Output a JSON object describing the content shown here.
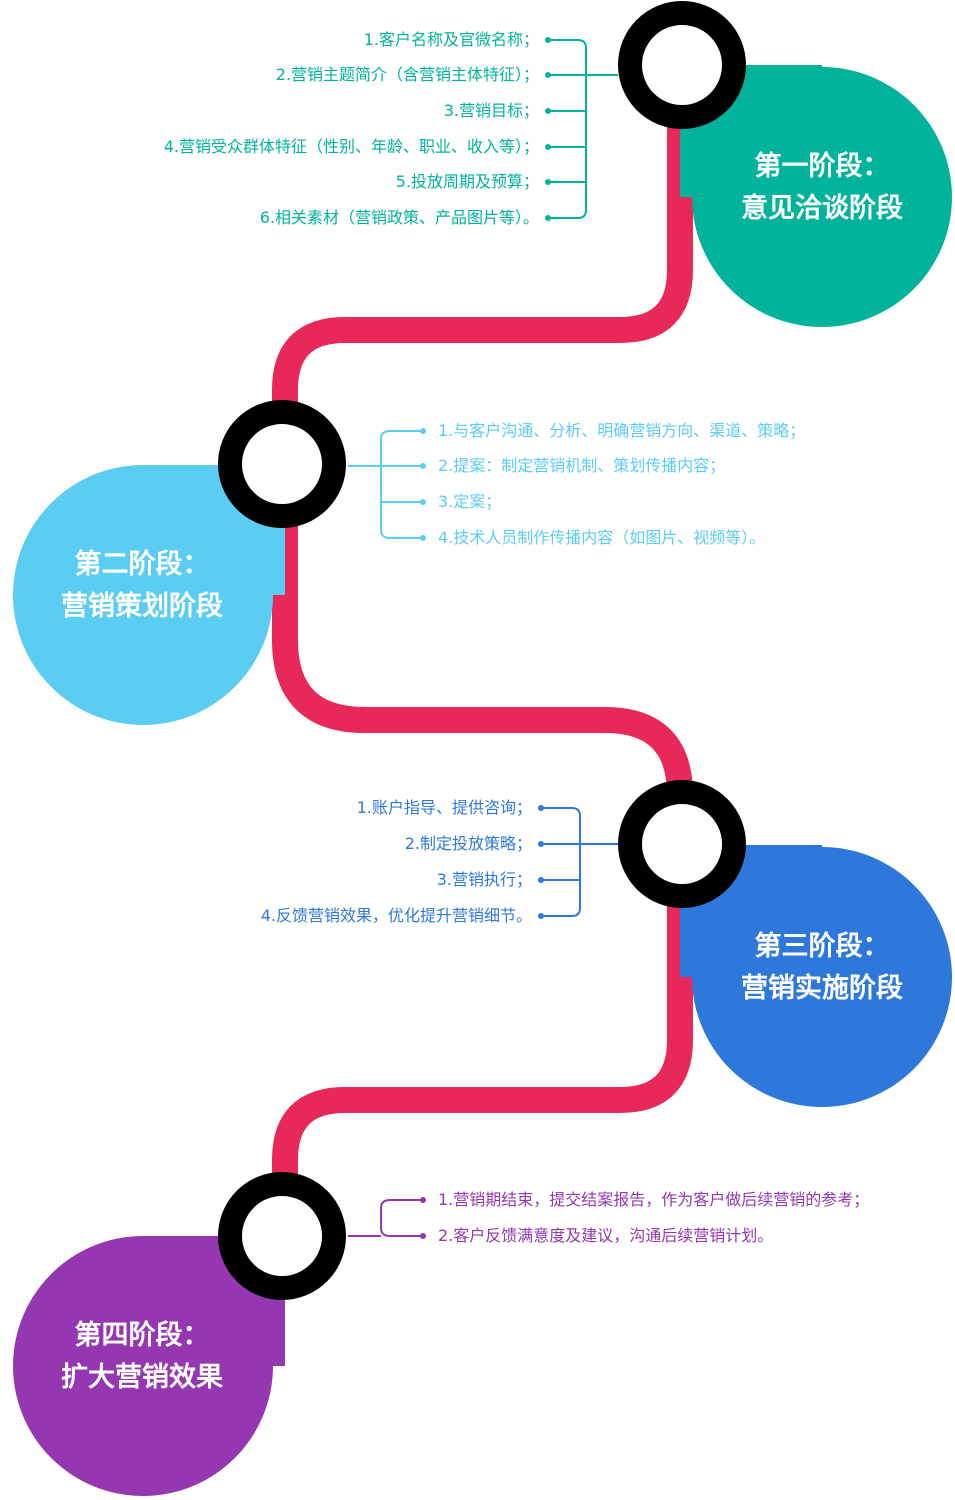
{
  "colors": {
    "path": "#e9285a",
    "stage1": "#00b39a",
    "stage2": "#5ccdf2",
    "stage3": "#2f78db",
    "stage4": "#9537b0",
    "ring": "#000000"
  },
  "stages": [
    {
      "title": "第一阶段：",
      "subtitle": "意见洽谈阶段",
      "items": [
        "1.客户名称及官微名称；",
        "2.营销主题简介（含营销主体特征）；",
        "3.营销目标；",
        "4.营销受众群体特征（性别、年龄、职业、收入等）；",
        "5.投放周期及预算；",
        "6.相关素材（营销政策、产品图片等）。"
      ]
    },
    {
      "title": "第二阶段：",
      "subtitle": "营销策划阶段",
      "items": [
        "1.与客户沟通、分析、明确营销方向、渠道、策略；",
        "2.提案：制定营销机制、策划传播内容；",
        "3.定案；",
        "4.技术人员制作传播内容（如图片、视频等）。"
      ]
    },
    {
      "title": "第三阶段：",
      "subtitle": "营销实施阶段",
      "items": [
        "1.账户指导、提供咨询；",
        "2.制定投放策略；",
        "3.营销执行；",
        "4.反馈营销效果，优化提升营销细节。"
      ]
    },
    {
      "title": "第四阶段：",
      "subtitle": "扩大营销效果",
      "items": [
        "1.营销期结束，提交结案报告，作为客户做后续营销的参考；",
        "2.客户反馈满意度及建议，沟通后续营销计划。"
      ]
    }
  ]
}
